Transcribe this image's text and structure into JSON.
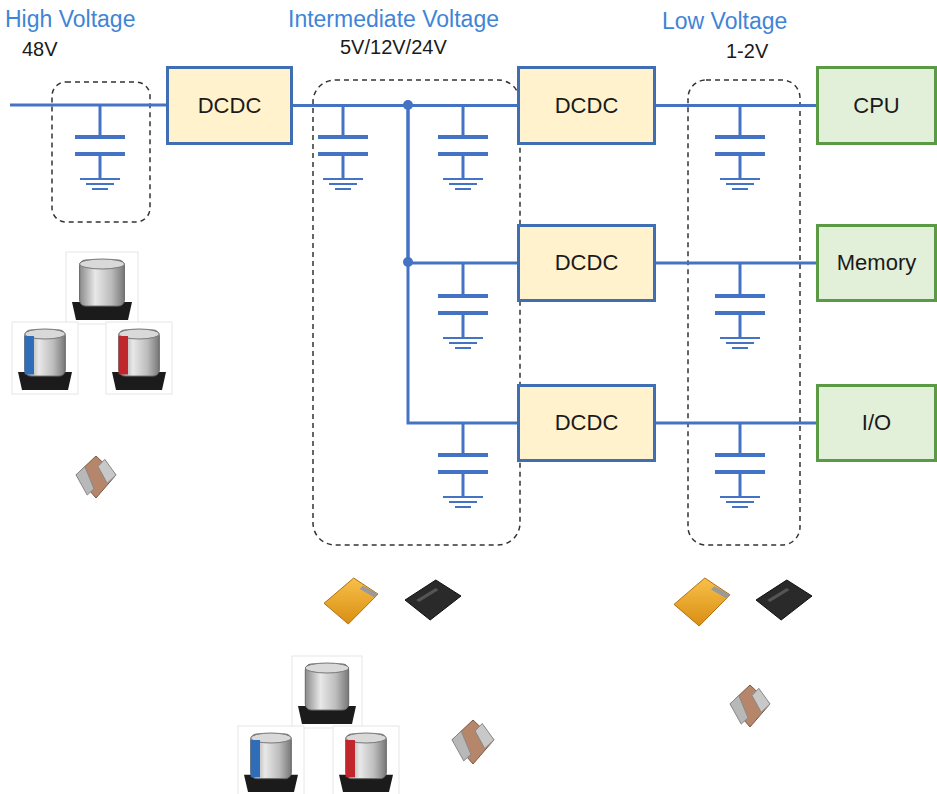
{
  "diagram": {
    "nodes": [
      {
        "text": [
          "DCDC"
        ]
      },
      {
        "text": [
          "DCDC"
        ]
      },
      {
        "text": [
          "CPU"
        ]
      },
      {
        "text": [
          "DCDC"
        ]
      },
      {
        "text": [
          "Memory"
        ]
      },
      {
        "text": [
          "DCDC"
        ]
      },
      {
        "text": [
          "I/O"
        ]
      }
    ],
    "edges": [
      {
        "from": 0,
        "to": 1,
        "arrow": "none"
      },
      {
        "from": 0,
        "to": 3,
        "arrow": "none"
      },
      {
        "from": 0,
        "to": 5,
        "arrow": "none"
      },
      {
        "from": 1,
        "to": 2,
        "arrow": "none"
      },
      {
        "from": 3,
        "to": 4,
        "arrow": "none"
      },
      {
        "from": 5,
        "to": 6,
        "arrow": "none"
      }
    ],
    "labels": [
      "High Voltage",
      "48V",
      "Intermediate Voltage",
      "5V/12V/24V",
      "Low Voltage",
      "1-2V"
    ]
  }
}
